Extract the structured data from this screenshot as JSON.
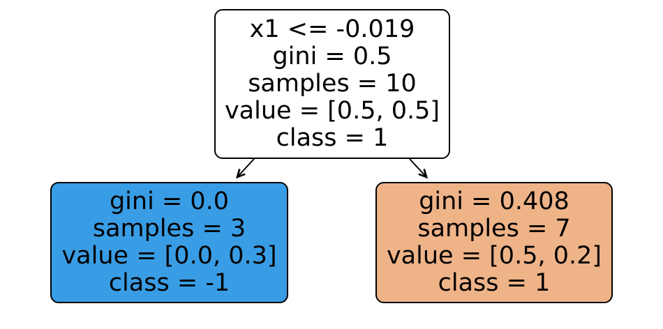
{
  "figure": {
    "kind": "decision-tree-plot",
    "background_color": "#ffffff",
    "node_border_color": "#000000",
    "edge_color": "#000000",
    "text_color": "#000000"
  },
  "tree": {
    "nodes": [
      {
        "id": "root",
        "fill": "#ffffff",
        "lines": [
          "x1 <= -0.019",
          "gini = 0.5",
          "samples = 10",
          "value = [0.5, 0.5]",
          "class = 1"
        ],
        "split_condition": "x1 <= -0.019",
        "gini": 0.5,
        "samples": 10,
        "value": [
          0.5,
          0.5
        ],
        "class": "1"
      },
      {
        "id": "left-leaf",
        "fill": "#399de5",
        "lines": [
          "gini = 0.0",
          "samples = 3",
          "value = [0.0, 0.3]",
          "class = -1"
        ],
        "gini": 0.0,
        "samples": 3,
        "value": [
          0.0,
          0.3
        ],
        "class": "-1"
      },
      {
        "id": "right-leaf",
        "fill": "#efb388",
        "lines": [
          "gini = 0.408",
          "samples = 7",
          "value = [0.5, 0.2]",
          "class = 1"
        ],
        "gini": 0.408,
        "samples": 7,
        "value": [
          0.5,
          0.2
        ],
        "class": "1"
      }
    ],
    "edges": [
      {
        "from": "root",
        "to": "left-leaf"
      },
      {
        "from": "root",
        "to": "right-leaf"
      }
    ]
  }
}
